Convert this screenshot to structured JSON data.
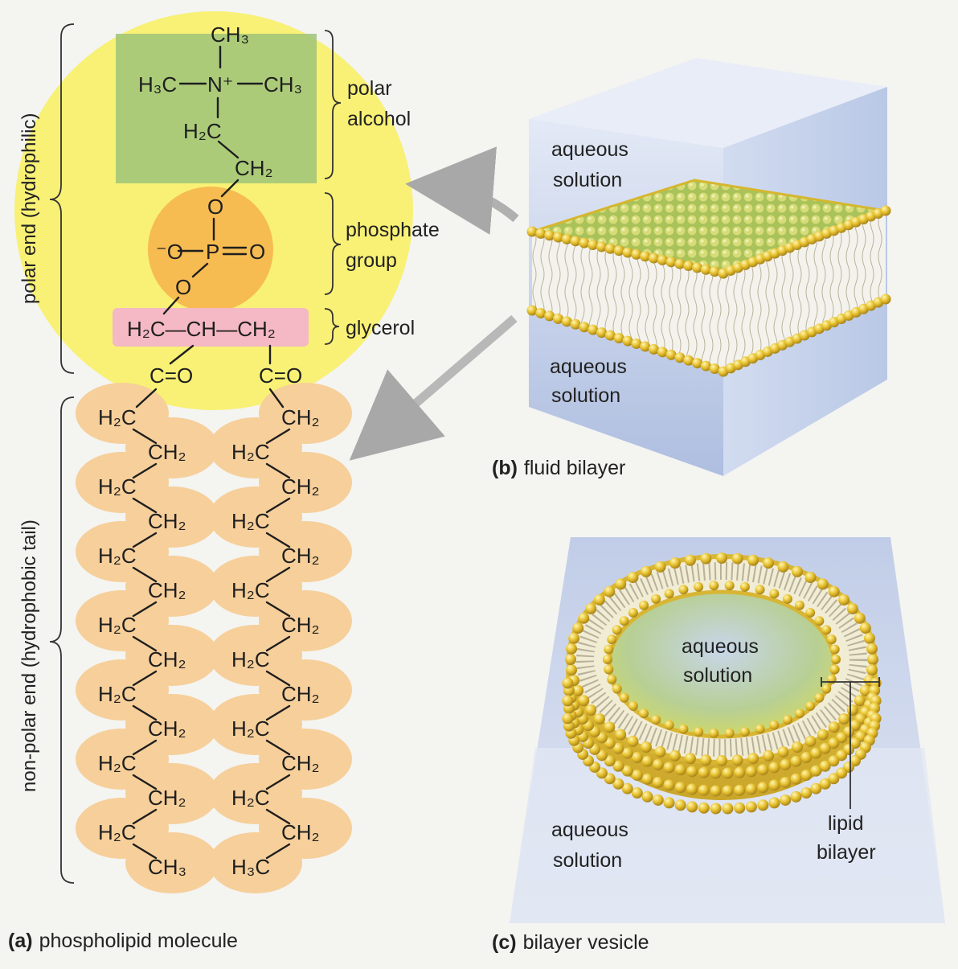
{
  "panel_a": {
    "caption_tag": "(a)",
    "caption_text": "phospholipid molecule",
    "side_label_polar": "polar end (hydrophilic)",
    "side_label_nonpolar": "non-polar end (hydrophobic tail)",
    "right_labels": {
      "polar_alcohol": [
        "polar",
        "alcohol"
      ],
      "phosphate_group": [
        "phosphate",
        "group"
      ],
      "glycerol": "glycerol"
    },
    "choline": {
      "ch3_top": "CH₃",
      "h3c_left": "H₃C",
      "n_plus": "N⁺",
      "ch3_right": "CH₃",
      "h2c": "H₂C",
      "ch2": "CH₂"
    },
    "phosphate": {
      "o_top": "O",
      "o_minus": "⁻O",
      "p": "P",
      "o_right": "O",
      "o_bottom": "O"
    },
    "glycerol_text": "H₂C—CH—CH₂",
    "carbonyl_left": "C=O",
    "carbonyl_right": "C=O",
    "left_tail": [
      "H₂C",
      "CH₂",
      "H₂C",
      "CH₂",
      "H₂C",
      "CH₂",
      "H₂C",
      "CH₂",
      "H₂C",
      "CH₂",
      "H₂C",
      "CH₂",
      "H₂C",
      "CH₃"
    ],
    "right_tail": [
      "CH₂",
      "H₂C",
      "CH₂",
      "H₂C",
      "CH₂",
      "H₂C",
      "CH₂",
      "H₂C",
      "CH₂",
      "H₂C",
      "CH₂",
      "H₂C",
      "CH₂",
      "H₃C"
    ]
  },
  "panel_b": {
    "caption_tag": "(b)",
    "caption_text": "fluid bilayer",
    "aqueous_top": [
      "aqueous",
      "solution"
    ],
    "aqueous_bottom": [
      "aqueous",
      "solution"
    ]
  },
  "panel_c": {
    "caption_tag": "(c)",
    "caption_text": "bilayer vesicle",
    "aqueous_inner": [
      "aqueous",
      "solution"
    ],
    "aqueous_outer": [
      "aqueous",
      "solution"
    ],
    "lipid_bilayer": [
      "lipid",
      "bilayer"
    ]
  },
  "colors": {
    "polar_head": "#f7f06a",
    "alcohol_box": "#9dc47a",
    "phosphate_circle": "#f5b54e",
    "glycerol_box": "#f4b9c4",
    "tail_blob": "#f6cf9a",
    "water_box": "#c7d4ec",
    "lipid_head": "#e7c23a"
  }
}
